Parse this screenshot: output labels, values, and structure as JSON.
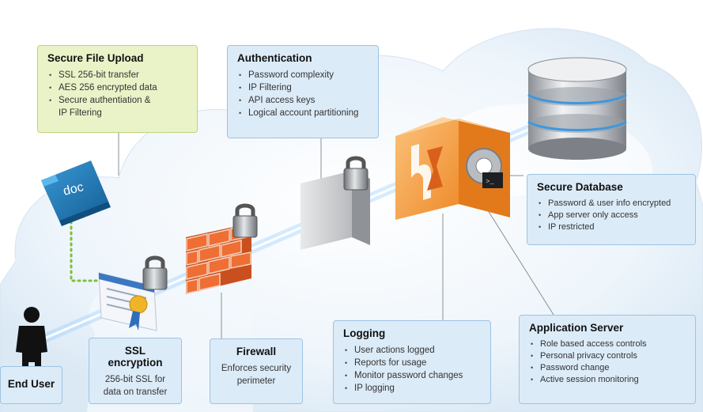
{
  "boxes": {
    "secure_file_upload": {
      "title": "Secure File Upload",
      "items": [
        "SSL 256-bit transfer",
        "AES 256 encrypted data",
        "Secure authentiation &",
        "IP Filtering"
      ]
    },
    "authentication": {
      "title": "Authentication",
      "items": [
        "Password complexity",
        "IP Filtering",
        "API access keys",
        "Logical account partitioning"
      ]
    },
    "secure_database": {
      "title": "Secure Database",
      "items": [
        "Password & user info encrypted",
        "App server only access",
        "IP restricted"
      ]
    },
    "logging": {
      "title": "Logging",
      "items": [
        "User actions logged",
        "Reports for usage",
        "Monitor password changes",
        "IP logging"
      ]
    },
    "application_server": {
      "title": "Application Server",
      "items": [
        "Role based access controls",
        "Personal privacy controls",
        "Password change",
        "Active session monitoring"
      ]
    },
    "ssl_encryption": {
      "title": "SSL encryption",
      "lines": [
        "256-bit SSL for",
        "data on transfer"
      ]
    },
    "firewall": {
      "title": "Firewall",
      "lines": [
        "Enforces security",
        "perimeter"
      ]
    },
    "end_user": {
      "title": "End User"
    }
  },
  "doc_icon_label": "doc",
  "colors": {
    "box_fill": "#dcebf8",
    "box_border": "#9cc3e3",
    "upload_box_fill": "#eaf3c8",
    "beam": "#5fb3ff",
    "brick": "#e8632a",
    "server_orange": "#f39a3a",
    "doc_blue": "#1e7ab8",
    "dotted_green": "#7fbf3a"
  }
}
